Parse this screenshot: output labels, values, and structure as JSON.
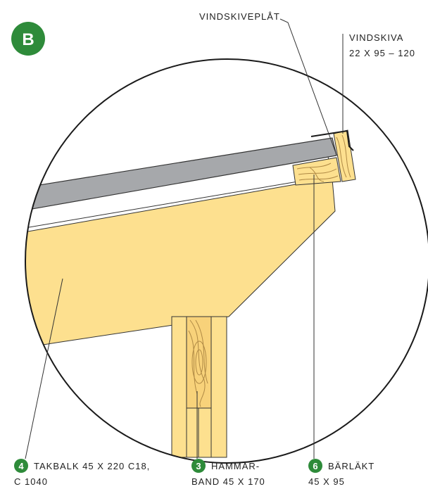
{
  "section_badge": "B",
  "colors": {
    "badge_green": "#2e8b3a",
    "timber": "#fde08f",
    "timber_dark": "#f2c867",
    "grain": "#b89a55",
    "steel": "#a6a8ab",
    "line": "#1a1a1a"
  },
  "labels": {
    "vindskiveplat": "VINDSKIVEPLÅT",
    "vindskiva_line1": "VINDSKIVA",
    "vindskiva_line2": "22 X 95 – 120"
  },
  "callouts": [
    {
      "number": "4",
      "line1": "TAKBALK 45 X 220 C18,",
      "line2": "C 1040"
    },
    {
      "number": "3",
      "line1": "HAMMAR-",
      "line2": "BAND 45 X 170"
    },
    {
      "number": "6",
      "line1": "BÄRLÄKT",
      "line2": "45 X 95"
    }
  ]
}
